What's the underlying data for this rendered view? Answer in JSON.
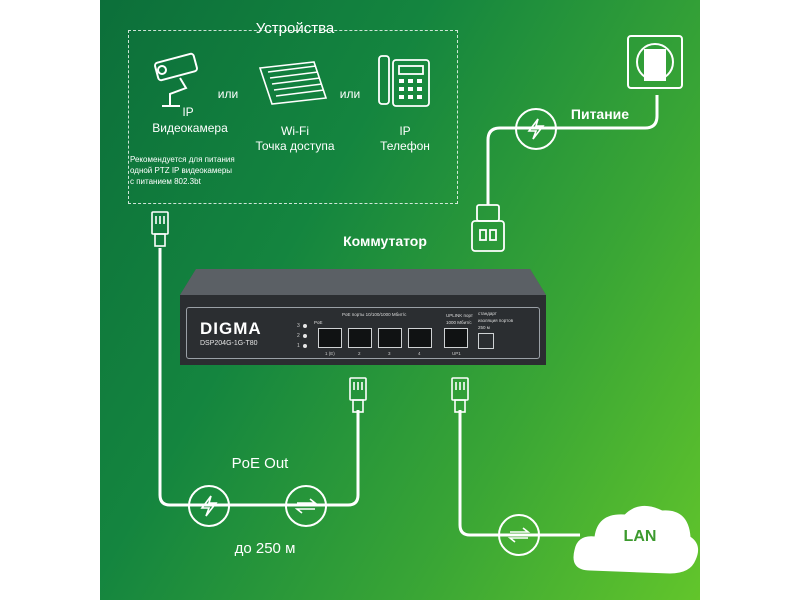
{
  "devices": {
    "title": "Устройства",
    "camera_label_1": "IP",
    "camera_label_2": "Видеокамера",
    "camera_note_1": "Рекомендуется для питания",
    "camera_note_2": "одной PTZ IP видеокамеры",
    "camera_note_3": "с питанием 802.3bt",
    "or_1": "или",
    "or_2": "или",
    "ap_label_1": "Wi-Fi",
    "ap_label_2": "Точка доступа",
    "phone_label_1": "IP",
    "phone_label_2": "Телефон"
  },
  "power": {
    "label": "Питание"
  },
  "switch": {
    "title": "Коммутатор",
    "brand": "DIGMA",
    "model": "DSP204G-1G-T80",
    "poe_caption": "PoE порты 10/100/1000 Мбит/с",
    "uplink_caption_1": "UPLINK порт",
    "uplink_caption_2": "1000 Мбит/с",
    "mode_caption_1": "стандарт",
    "mode_caption_2": "изоляция портов",
    "mode_caption_3": "250 м",
    "poe_tag": "PoE",
    "led_labels": [
      "3",
      "2",
      "1"
    ],
    "port_numbers": [
      "1 (E)",
      "2",
      "3",
      "4",
      "UP1"
    ]
  },
  "poe_out": {
    "label": "PoE Out",
    "distance": "до 250 м"
  },
  "lan": {
    "label": "LAN"
  },
  "colors": {
    "bg_dark": "#0c6f3a",
    "bg_light": "#62c52b",
    "lan_green": "#3c9a2e",
    "switch_body": "#2b2e31"
  }
}
